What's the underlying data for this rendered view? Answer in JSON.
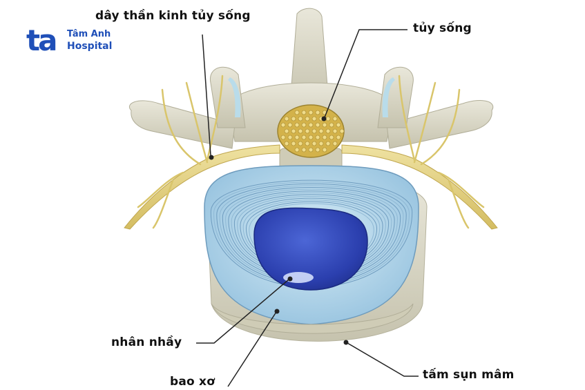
{
  "logo": {
    "mark": "ta",
    "line1": "Tâm Anh",
    "line2": "Hospital",
    "color": "#1f4fb8"
  },
  "labels": {
    "spinal_nerve": "dây thần kinh tủy sống",
    "spinal_cord": "tủy sống",
    "nucleus_pulposus": "nhân nhầy",
    "annulus_fibrosus": "bao xơ",
    "endplate": "tấm sụn mâm"
  },
  "colors": {
    "bone": "#d9d6c4",
    "cartilage": "#b9dcea",
    "annulus": "#aacfe6",
    "nucleus": "#2f46b3",
    "nerve": "#e2cf7a",
    "cord": "#d9b94a"
  }
}
